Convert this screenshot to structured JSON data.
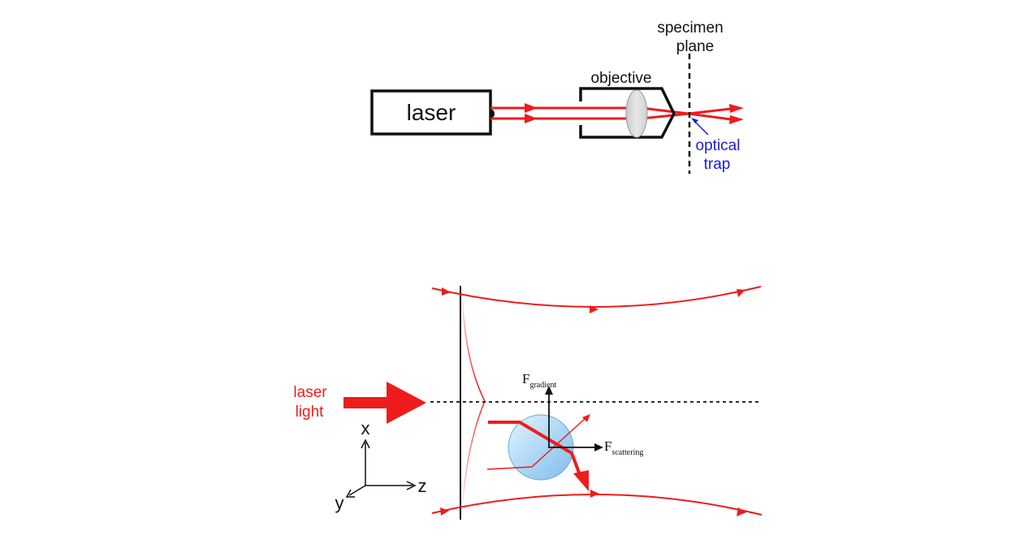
{
  "top_diagram": {
    "laser_label": "laser",
    "objective_label": "objective",
    "specimen_plane_line1": "specimen",
    "specimen_plane_line2": "plane",
    "optical_trap_line1": "optical",
    "optical_trap_line2": "trap"
  },
  "bottom_diagram": {
    "laser_light_line1": "laser",
    "laser_light_line2": "light",
    "f_gradient_symbol": "F",
    "f_gradient_subscript": "gradient",
    "f_scattering_symbol": "F",
    "f_scattering_subscript": "scattering",
    "axis_x": "x",
    "axis_y": "y",
    "axis_z": "z"
  },
  "colors": {
    "beam": "#ee1c1c",
    "trap_label": "#1a1adc",
    "outline": "#111111",
    "lens_fill": "#d6d6d6",
    "bead_fill": "#a8d4f2"
  }
}
